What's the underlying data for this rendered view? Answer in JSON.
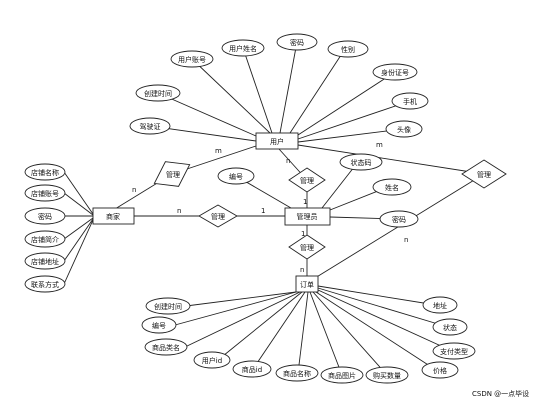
{
  "entities": {
    "user": "用户",
    "merchant": "商家",
    "admin": "管理员",
    "order": "订单"
  },
  "relationships": {
    "merchant_user": "管理",
    "admin_user": "管理",
    "merchant_admin": "管理",
    "admin_order": "管理",
    "user_order": "管理"
  },
  "attributes": {
    "user": [
      "用户账号",
      "用户姓名",
      "密码",
      "性别",
      "身份证号",
      "手机",
      "头像",
      "创建时间",
      "驾驶证"
    ],
    "merchant": [
      "店铺名称",
      "店铺账号",
      "密码",
      "店铺简介",
      "店铺地址",
      "联系方式"
    ],
    "admin": [
      "编号",
      "状态码",
      "姓名",
      "密码"
    ],
    "order": [
      "创建时间",
      "编号",
      "商品类名",
      "用户id",
      "商品id",
      "商品名称",
      "商品图片",
      "购买数量",
      "价格",
      "支付类型",
      "状态",
      "地址"
    ]
  },
  "cardinality": {
    "merchant_user_m": "m",
    "merchant_user_n": "n",
    "admin_user_n": "n",
    "admin_user_1": "1",
    "merchant_admin_n": "n",
    "merchant_admin_1": "1",
    "admin_order_1": "1",
    "admin_order_n": "n",
    "user_order_m": "m",
    "user_order_n": "n"
  },
  "watermark": "CSDN @一点毕设"
}
